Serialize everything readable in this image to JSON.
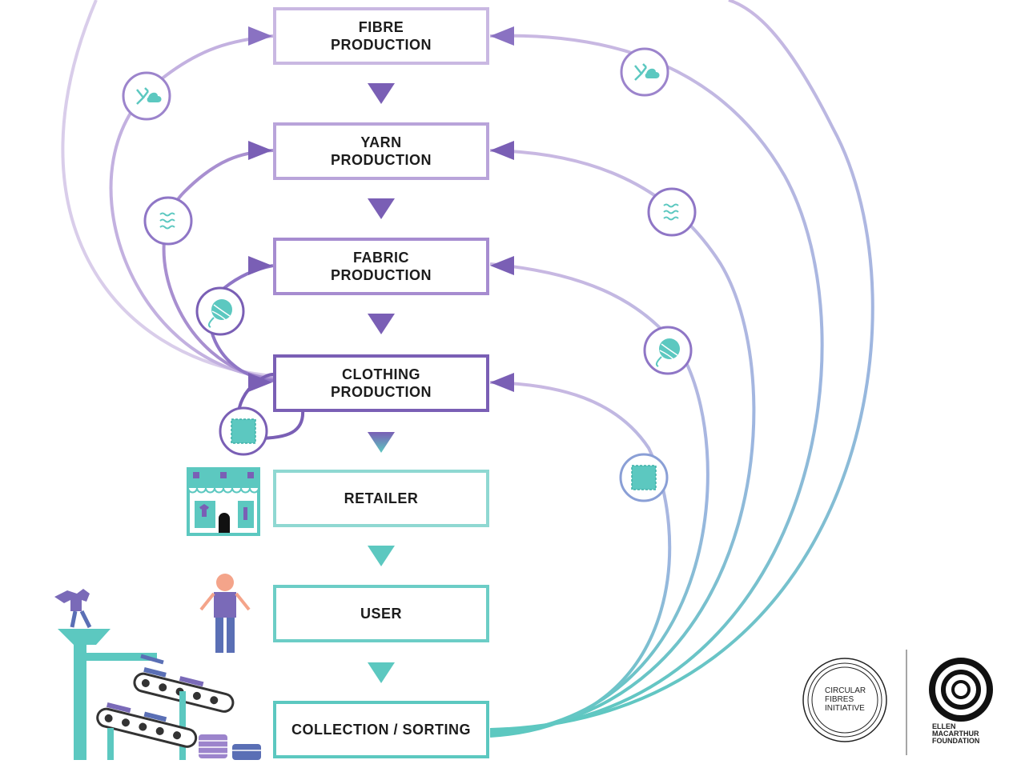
{
  "stages": [
    {
      "id": "fibre",
      "label": "FIBRE\nPRODUCTION"
    },
    {
      "id": "yarn",
      "label": "YARN\nPRODUCTION"
    },
    {
      "id": "fabric",
      "label": "FABRIC\nPRODUCTION"
    },
    {
      "id": "clothing",
      "label": "CLOTHING\nPRODUCTION"
    },
    {
      "id": "retailer",
      "label": "RETAILER"
    },
    {
      "id": "user",
      "label": "USER"
    },
    {
      "id": "collection",
      "label": "COLLECTION / SORTING"
    }
  ],
  "colors": {
    "purple_light": "#c9b8e2",
    "purple_mid": "#a88fd0",
    "purple_dark": "#7a5fb5",
    "teal": "#5cc8c0",
    "teal_light": "#8fd8d2",
    "blue_light": "#a8c4e6",
    "skin": "#f4a48a",
    "user_body": "#7a6ab8",
    "user_legs": "#5a6fb5"
  },
  "icons": {
    "loop_fibre": "fibre-molecule-icon",
    "loop_yarn": "yarn-wave-icon",
    "loop_fabric": "yarn-ball-icon",
    "loop_clothing": "fabric-swatch-icon",
    "retailer": "shop-icon",
    "user": "person-icon",
    "sorting": "sorting-machine-icon"
  },
  "logos": {
    "cfi": "CIRCULAR\nFIBRES\nINITIATIVE",
    "emf": "ELLEN\nMACARTHUR\nFOUNDATION"
  }
}
